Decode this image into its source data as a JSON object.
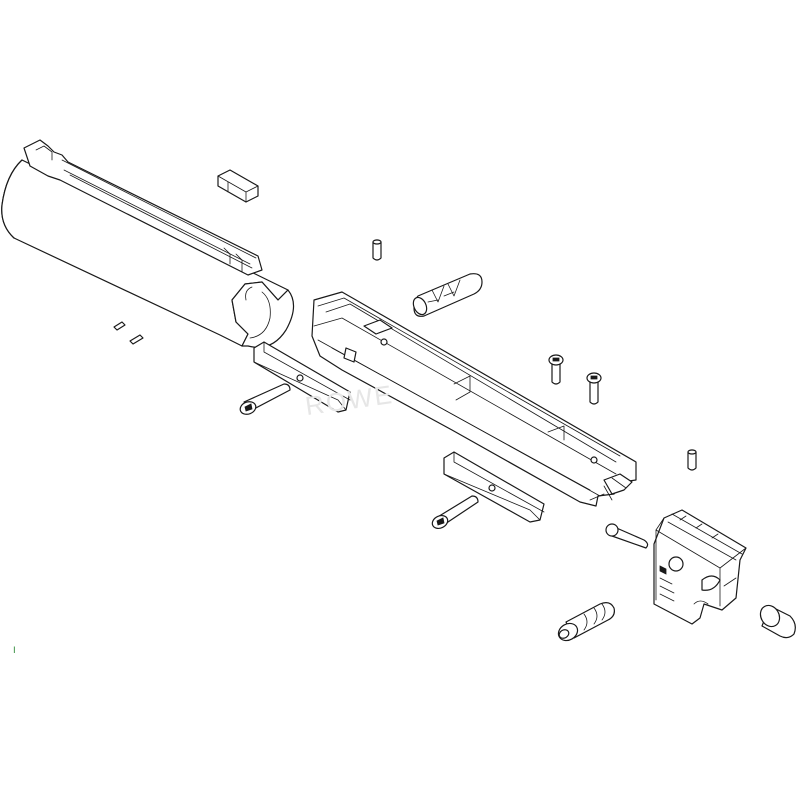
{
  "diagram": {
    "watermark_text": "ROWE",
    "corner_mark": "I",
    "colors": {
      "line": "#1a1a1a",
      "background": "#ffffff",
      "watermark": "#e6e6e6",
      "corner_mark": "#2e8b3a"
    },
    "parts": [
      {
        "name": "tube-barrel-shroud"
      },
      {
        "name": "rail-section-center"
      },
      {
        "name": "rail-section-end"
      },
      {
        "name": "small-block-top"
      },
      {
        "name": "pin-top-center"
      },
      {
        "name": "knurled-pin-center"
      },
      {
        "name": "pin-pair-left"
      },
      {
        "name": "wedge-bar-upper"
      },
      {
        "name": "wedge-bar-lower"
      },
      {
        "name": "bolt-left"
      },
      {
        "name": "bolt-lower"
      },
      {
        "name": "screw-short-a"
      },
      {
        "name": "screw-short-b"
      },
      {
        "name": "pin-right"
      },
      {
        "name": "pin-short-right"
      },
      {
        "name": "spring-plunger"
      },
      {
        "name": "end-cap-cylinder"
      }
    ]
  }
}
